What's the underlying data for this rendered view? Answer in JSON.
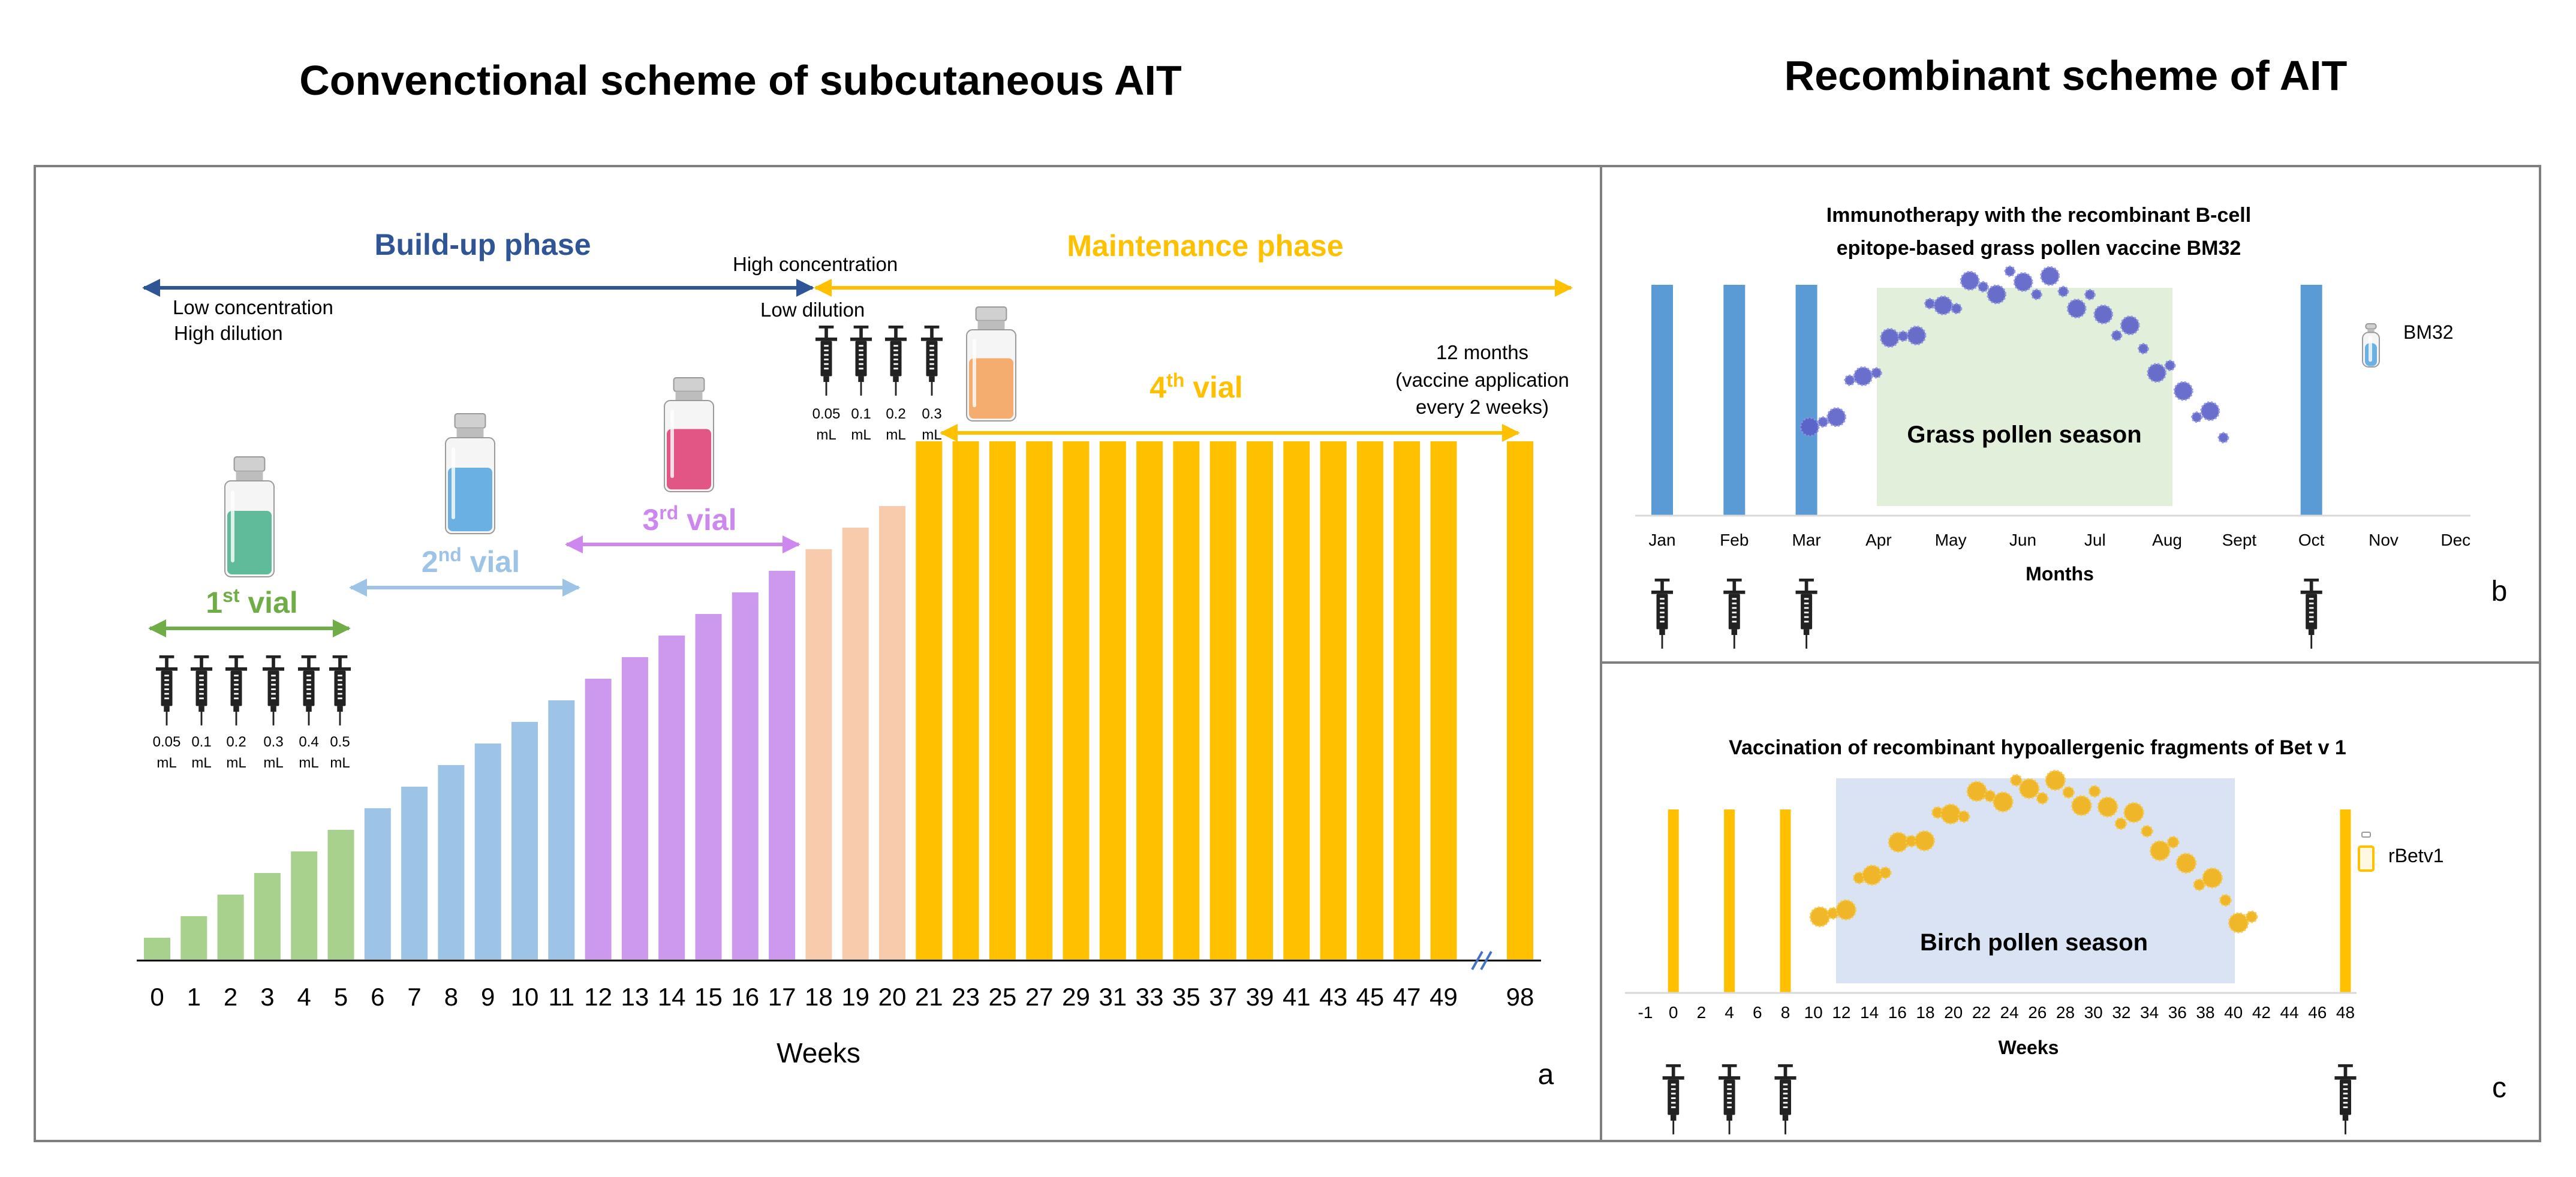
{
  "titles": {
    "left": "Convenctional  scheme of subcutaneous AIT",
    "right": "Recombinant scheme of AIT"
  },
  "panel_a": {
    "letter": "a",
    "buildup_label": "Build-up phase",
    "maintenance_label": "Maintenance phase",
    "low_conc_line1": "Low concentration",
    "low_conc_line2": "High dilution",
    "high_conc_line1": "High concentration",
    "high_conc_line2": "Low dilution",
    "months_note_line1": "12 months",
    "months_note_line2": "(vaccine application",
    "months_note_line3": "every 2 weeks)",
    "x_label": "Weeks",
    "vials": [
      {
        "base": "1",
        "sup": "st",
        "suffix": " vial",
        "color": "#70ad47",
        "liquid": "#4fb58f"
      },
      {
        "base": "2",
        "sup": "nd",
        "suffix": " vial",
        "color": "#9dc3e6",
        "liquid": "#5ba9e0"
      },
      {
        "base": "3",
        "sup": "rd",
        "suffix": " vial",
        "color": "#cc88ee",
        "liquid": "#e0457a"
      },
      {
        "base": "4",
        "sup": "th",
        "suffix": " vial",
        "color": "#f0b400",
        "liquid": "#f4a460"
      }
    ],
    "doses_first": [
      {
        "v": "0.05",
        "u": "mL"
      },
      {
        "v": "0.1",
        "u": "mL"
      },
      {
        "v": "0.2",
        "u": "mL"
      },
      {
        "v": "0.3",
        "u": "mL"
      },
      {
        "v": "0.4",
        "u": "mL"
      },
      {
        "v": "0.5",
        "u": "mL"
      }
    ],
    "doses_fourth": [
      {
        "v": "0.05",
        "u": "mL"
      },
      {
        "v": "0.1",
        "u": "mL"
      },
      {
        "v": "0.2",
        "u": "mL"
      },
      {
        "v": "0.3",
        "u": "mL"
      }
    ],
    "colors": {
      "buildup": "#2f5597",
      "maintenance": "#ffc000",
      "v1": "#a9d18e",
      "v2": "#9dc3e6",
      "v3": "#cc99ee",
      "v4": "#f8cbad"
    }
  },
  "chart_data": [
    {
      "type": "bar",
      "panel": "a",
      "categories": [
        "0",
        "1",
        "2",
        "3",
        "4",
        "5",
        "6",
        "7",
        "8",
        "9",
        "10",
        "11",
        "12",
        "13",
        "14",
        "15",
        "16",
        "17",
        "18",
        "19",
        "20",
        "21",
        "23",
        "25",
        "27",
        "29",
        "31",
        "33",
        "35",
        "37",
        "39",
        "41",
        "43",
        "45",
        "47",
        "49",
        "98"
      ],
      "values": [
        1,
        2,
        3,
        4,
        5,
        6,
        7,
        8,
        9,
        10,
        11,
        12,
        13,
        14,
        15,
        16,
        17,
        18,
        19,
        20,
        21,
        24,
        24,
        24,
        24,
        24,
        24,
        24,
        24,
        24,
        24,
        24,
        24,
        24,
        24,
        24,
        24
      ],
      "groups": [
        "v1",
        "v1",
        "v1",
        "v1",
        "v1",
        "v1",
        "v2",
        "v2",
        "v2",
        "v2",
        "v2",
        "v2",
        "v3",
        "v3",
        "v3",
        "v3",
        "v3",
        "v3",
        "v4",
        "v4",
        "v4",
        "m",
        "m",
        "m",
        "m",
        "m",
        "m",
        "m",
        "m",
        "m",
        "m",
        "m",
        "m",
        "m",
        "m",
        "m",
        "m"
      ],
      "xlabel": "Weeks",
      "ylabel": ""
    },
    {
      "type": "timeline",
      "panel": "b",
      "title_line1": "Immunotherapy with the recombinant B-cell",
      "title_line2": "epitope-based grass pollen vaccine BM32",
      "categories": [
        "Jan",
        "Feb",
        "Mar",
        "Apr",
        "May",
        "Jun",
        "Jul",
        "Aug",
        "Sept",
        "Oct",
        "Nov",
        "Dec"
      ],
      "injections": [
        "Jan",
        "Feb",
        "Mar",
        "Oct"
      ],
      "season": {
        "label": "Grass pollen season",
        "from": "Apr",
        "to": "Aug"
      },
      "legend": "BM32",
      "xlabel": "Months",
      "bar_color": "#5b9bd5",
      "season_color": "#e2efda"
    },
    {
      "type": "timeline",
      "panel": "c",
      "title": "Vaccination of recombinant hypoallergenic fragments of Bet v 1",
      "categories": [
        "-1",
        "0",
        "2",
        "4",
        "6",
        "8",
        "10",
        "12",
        "14",
        "16",
        "18",
        "20",
        "22",
        "24",
        "26",
        "28",
        "30",
        "32",
        "34",
        "36",
        "38",
        "40",
        "42",
        "44",
        "46",
        "48"
      ],
      "injections": [
        "0",
        "4",
        "8",
        "48"
      ],
      "season": {
        "label": "Birch pollen season",
        "from": "12",
        "to": "41"
      },
      "legend": "rBetv1",
      "xlabel": "Weeks",
      "bar_color": "#ffc000",
      "season_color": "#dae3f3"
    }
  ],
  "panel_b": {
    "letter": "b"
  },
  "panel_c": {
    "letter": "c"
  }
}
